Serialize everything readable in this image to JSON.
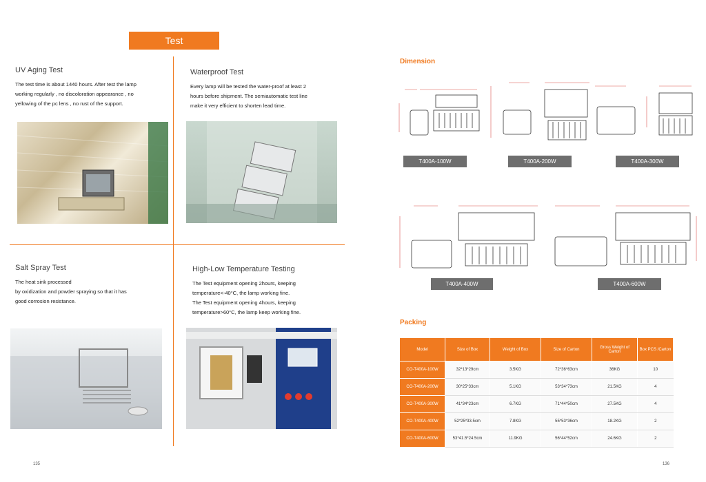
{
  "header": {
    "banner": "Test"
  },
  "sections": {
    "uv": {
      "title": "UV Aging Test",
      "lines": [
        "The test time is about 1440 hours. After test the lamp",
        "working regularly , no discoloration appearance , no",
        "yellowing of the pc lens , no rust of the support."
      ]
    },
    "water": {
      "title": "Waterproof Test",
      "lines": [
        "Every lamp will be tested the water-proof at least 2",
        "hours before shipment. The semiautomatic test line",
        "make it very efficient to shorten lead time."
      ]
    },
    "salt": {
      "title": "Salt Spray Test",
      "lines": [
        "The heat sink processed",
        "by oxidization and powder spraying so that it has",
        "good corrosion resistance."
      ]
    },
    "temp": {
      "title": "High-Low Temperature Testing",
      "lines": [
        "The Test equipment opening 2hours, keeping",
        "temperature<-40°C, the lamp working fine.",
        "The Test equipment opening 4hours, keeping",
        "temperature>60°C, the lamp keep working fine."
      ]
    }
  },
  "pages": {
    "left": "135",
    "right": "136"
  },
  "dimension": {
    "title": "Dimension",
    "models": [
      "T400A-100W",
      "T400A-200W",
      "T400A-300W",
      "T400A-400W",
      "T400A-600W"
    ]
  },
  "packing": {
    "title": "Packing",
    "headers": [
      "Model",
      "Size of Box",
      "Weight of Box",
      "Size of Carton",
      "Gross Weight of Carton",
      "Box PCS /Carton"
    ],
    "rows": [
      [
        "CO-T400A-100W",
        "32*13*29cm",
        "3.5KG",
        "72*36*63cm",
        "36KG",
        "10"
      ],
      [
        "CO-T400A-200W",
        "30*25*33cm",
        "5.1KG",
        "53*34*73cm",
        "21.5KG",
        "4"
      ],
      [
        "CO-T400A-300W",
        "41*34*23cm",
        "6.7KG",
        "71*44*50cm",
        "27.5KG",
        "4"
      ],
      [
        "CO-T400A-400W",
        "52*25*33.5cm",
        "7.8KG",
        "55*53*36cm",
        "18.2KG",
        "2"
      ],
      [
        "CO-T400A-600W",
        "53*41.5*24.5cm",
        "11.9KG",
        "56*44*52cm",
        "24.6KG",
        "2"
      ]
    ]
  },
  "icons": {
    "photo": "photo-icon",
    "drawing": "technical-drawing-icon"
  }
}
